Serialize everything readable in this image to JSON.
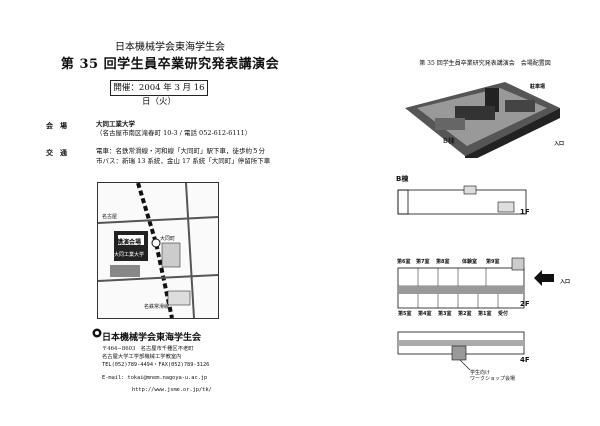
{
  "left": {
    "org": "日本機械学会東海学生会",
    "title": "第 35 回学生員卒業研究発表講演会",
    "date": "開催：2004 年 3 月 16 日（火）",
    "venue_label": "会　場",
    "venue_name": "大同工業大学",
    "venue_address": "（名古屋市南区滝春町 10-3 / 電話 052-612-6111）",
    "access_label": "交　通",
    "access_line1": "電車：名鉄常滑線・河和線「大同町」駅下車，徒歩約５分",
    "access_line2": "市バス：新瑞 13 系統，金山 17 系統「大同町」停留所下車"
  },
  "map": {
    "labels": [
      "大同町",
      "講演会場",
      "大同工業大学",
      "名古屋",
      "名鉄常滑線"
    ]
  },
  "footer": {
    "title": "日本機械学会東海学生会",
    "address1": "〒464−8603　名古屋市千種区不老町",
    "address2": "名古屋大学工学部機械工学教室内",
    "tel": "TEL(052)789-4494・FAX(052)789-3126",
    "email": "E-mail: tokai@mnem.nagoya-u.ac.jp",
    "url": "http://www.jsme.or.jp/tk/"
  },
  "right": {
    "title": "第 35 回学生員卒業研究発表講演会　会場配置図",
    "photo_tag": "B棟",
    "entrance_photo": "入口",
    "parking": "駐車場",
    "building": "B棟",
    "floor1": "1F",
    "floor2": "2F",
    "floor4": "4F",
    "entrance": "入口",
    "rooms_top": [
      "第6室",
      "第7室",
      "第8室",
      "体験室",
      "第9室"
    ],
    "rooms_bottom": [
      "第5室",
      "第4室",
      "第3室",
      "第2室",
      "第1室",
      "受付"
    ],
    "lounge": "学生向け\nワークショップ会場"
  }
}
